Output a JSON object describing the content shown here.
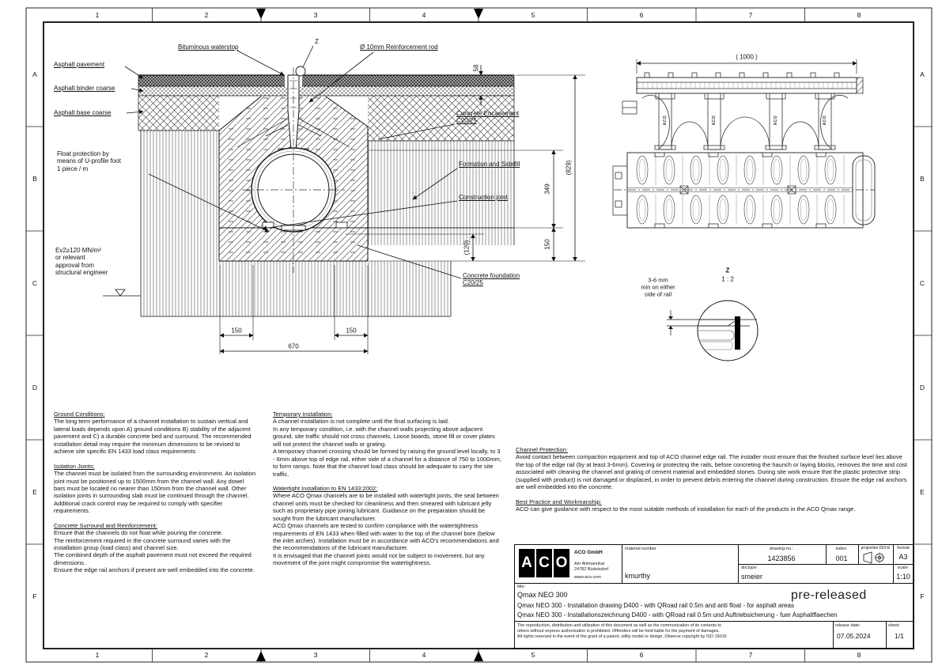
{
  "frame": {
    "columns": [
      "1",
      "2",
      "3",
      "4",
      "5",
      "6",
      "7",
      "8"
    ],
    "rows": [
      "A",
      "B",
      "C",
      "D",
      "E",
      "F"
    ]
  },
  "drawing": {
    "labels": {
      "asphalt_pavement": "Asphalt pavement",
      "asphalt_binder": "Asphalt binder coarse",
      "asphalt_base": "Asphalt base coarse",
      "float_protection": "Float protection by\nmeans of U-profile foot\n1 piece / m",
      "bearing_note": "Ev2≥120 MN/m²\nor relevant\napproval from\nstructural engineer",
      "bituminous_waterstop": "Bituminous waterstop",
      "detail_ref": "Z",
      "reinforcement_rod": "Ø 10mm Reinforcement rod",
      "concrete_encasement": "Concrete Encasement\nC20/25",
      "formation_sidefill": "Formation and Sidefill",
      "construction_joint": "Construction joint",
      "concrete_foundation": "Concrete foundation\nC20/25",
      "brand_mark": "ACO"
    },
    "dimensions": {
      "depth_asphalt": "58",
      "overall_depth": "(829)",
      "formation_depth": "349",
      "foundation_depth": "150",
      "foundation_under_channel": "(120)",
      "foundation_side_left": "150",
      "foundation_side_right": "150",
      "foundation_width": "670",
      "unit_length": "( 1000 )"
    },
    "detail_z": {
      "ref": "Z",
      "scale": "1 : 2",
      "note": "3-6 mm\nmin on either\nside of rail"
    }
  },
  "notes": {
    "ground_conditions": {
      "heading": "Ground Conditions:",
      "body": "The long term performance of a channel installation to sustain vertical and lateral loads depends upon A) ground conditions B) stability of the adjacent pavement and C) a durable concrete bed and surround. The recommended installation detail may require the minimum dimensions to be revised to achieve site specific EN 1433 load class requirements"
    },
    "isolation_joints": {
      "heading": "Isolation Joints:",
      "body": "The channel must be isolated from the surrounding environment. An isolation joint must be positioned up to 1500mm from the channel wall. Any dowel\nbars must be located no nearer than 150mm from the channel wall. Other isolation joints in surrounding slab must be continued through the channel.\nAdditional crack control may be required to comply with specifier requirements."
    },
    "concrete_surround": {
      "heading": "Concrete Surround and Reinforcement:",
      "body": "Ensure that the channels do not float while pouring the concrete.\nThe reinforcement required in the concrete surround varies with the installation group (load class) and channel size.\nThe combined depth of the asphalt pavement must not exceed the required dimensions.\nEnsure the edge rail anchors if present are well embedded into the concrete."
    },
    "temporary_installation": {
      "heading": "Temporary Installation:",
      "body": "A channel installation is not complete until the final surfacing is laid.\nIn any temporary condition, i.e. with the channel walls projecting above adjacent ground, site traffic should not cross channels. Loose boards, stone fill or cover plates will not protect the channel walls or grating.\nA temporary channel crossing should be formed by raising the ground level locally, to 3 - 6mm above top of edge rail, either side of a channel for a distance of 750 to 1000mm, to form ramps. Note that the channel load class should be adequate to carry the site traffic."
    },
    "watertight_installation": {
      "heading": "Watertight Installation to EN 1433:2002:",
      "body": "Where ACO Qmax channels are to be installed with watertight joints, the seal between channel units must be checked for cleanliness and then smeared with lubricant jelly such as proprietary pipe joining lubricant. Guidance on the preparation should be sought from the lubricant manufacturer.\nACO Qmax channels are tested to confirm compliance with the watertightness requirements of EN 1433 when filled with water to the top of the channel bore (below the inlet arches). Installation must be in accordance with ACO's recommendations and the recommendations of the lubricant manufacturer.\nIt is envisaged that the channel joints would not be subject to movement, but any movement of the joint might compromise the watertightness."
    },
    "channel_protection": {
      "heading": "Channel Protection:",
      "body": "Avoid contact between compaction equipment and top of ACO channel edge rail. The installer must ensure that the finished surface level lies above the top of the edge rail (by at least 3-6mm). Covering or protecting the rails, before concreting the haunch or laying blocks, removes the time and cost associated with cleaning the channel and grating of cement material and embedded stones. During site work ensure that the plastic protective strip (supplied with product) is not damaged or displaced, in order to prevent debris entering the channel during construction. Ensure the edge rail anchors are well embedded into the concrete."
    },
    "best_practice": {
      "heading": "Best Practice and Workmanship:",
      "body": "ACO can give guidance with respect to the most suitable methods of installation for each of the products in the ACO Qmax range."
    }
  },
  "titleblock": {
    "logo": "ACO",
    "company": "ACO GmbH",
    "address1": "Am Ahlmannkai",
    "address2": "24782 Büdelsdorf",
    "website": "www.aco.com",
    "material_label": "material number",
    "material_value": "kmurthy",
    "drawing_label": "drawing-no.:",
    "drawing_value": "1423856",
    "index_label": "index:",
    "index_value": "001",
    "projection_label": "projection:ISO-E",
    "format_label": "format",
    "format_value": "A3",
    "doctype_label": "doctype:",
    "doctype_value": "smeier",
    "scale_label": "scale:",
    "scale_value": "1:10",
    "title_label": "title:",
    "product": "Qmax NEO 300",
    "status": "pre-released",
    "subtitle1": "Qmax NEO 300 - Installation drawing D400 - with QRoad rail 0.5m and anti float - for asphalt areas",
    "subtitle2": "Qmax NEO 300 - Installationszeichnung D400 - with QRoad rail 0.5m und Auftriebsicherung - fuer Asphaltflaechen",
    "legal": "The reproduction, distribution and utilization of this document as well as the communication of its contents to\nothers without express authorization is prohibited. Offenders will be held liable for the payment of damages.\nAll rights reserved in the event of the grant of a patent, utility model or design. Observe copyright by ISO 16016",
    "release_label": "release date:",
    "release_value": "07.05.2024",
    "sheet_label": "sheet:",
    "sheet_value": "1/1"
  }
}
